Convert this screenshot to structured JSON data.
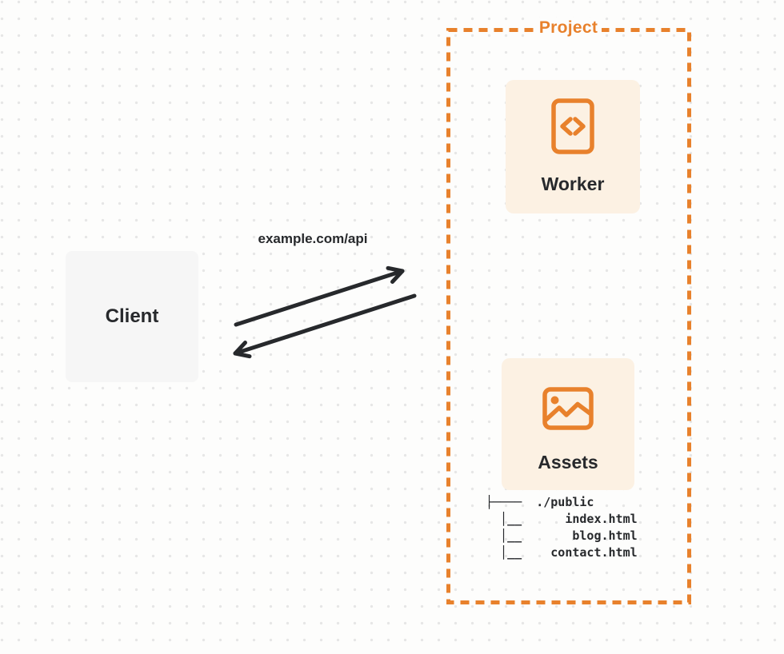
{
  "colors": {
    "page-bg": "#FDFDFC",
    "dot": "#E6E6E6",
    "orange": "#E8812C",
    "cream": "#FCF1E3",
    "gray-box": "#F6F6F6",
    "ink": "#27292C"
  },
  "client": {
    "label": "Client"
  },
  "request": {
    "url_label": "example.com/api"
  },
  "project": {
    "label": "Project",
    "worker": {
      "label": "Worker",
      "icon": "code-file-icon"
    },
    "assets": {
      "label": "Assets",
      "icon": "image-icon",
      "file_tree_root": "./public",
      "file_tree_files": [
        "index.html",
        "blog.html",
        "contact.html"
      ],
      "file_tree_text": "├────  ./public\n  │__      index.html\n  │__       blog.html\n  │__    contact.html"
    }
  }
}
